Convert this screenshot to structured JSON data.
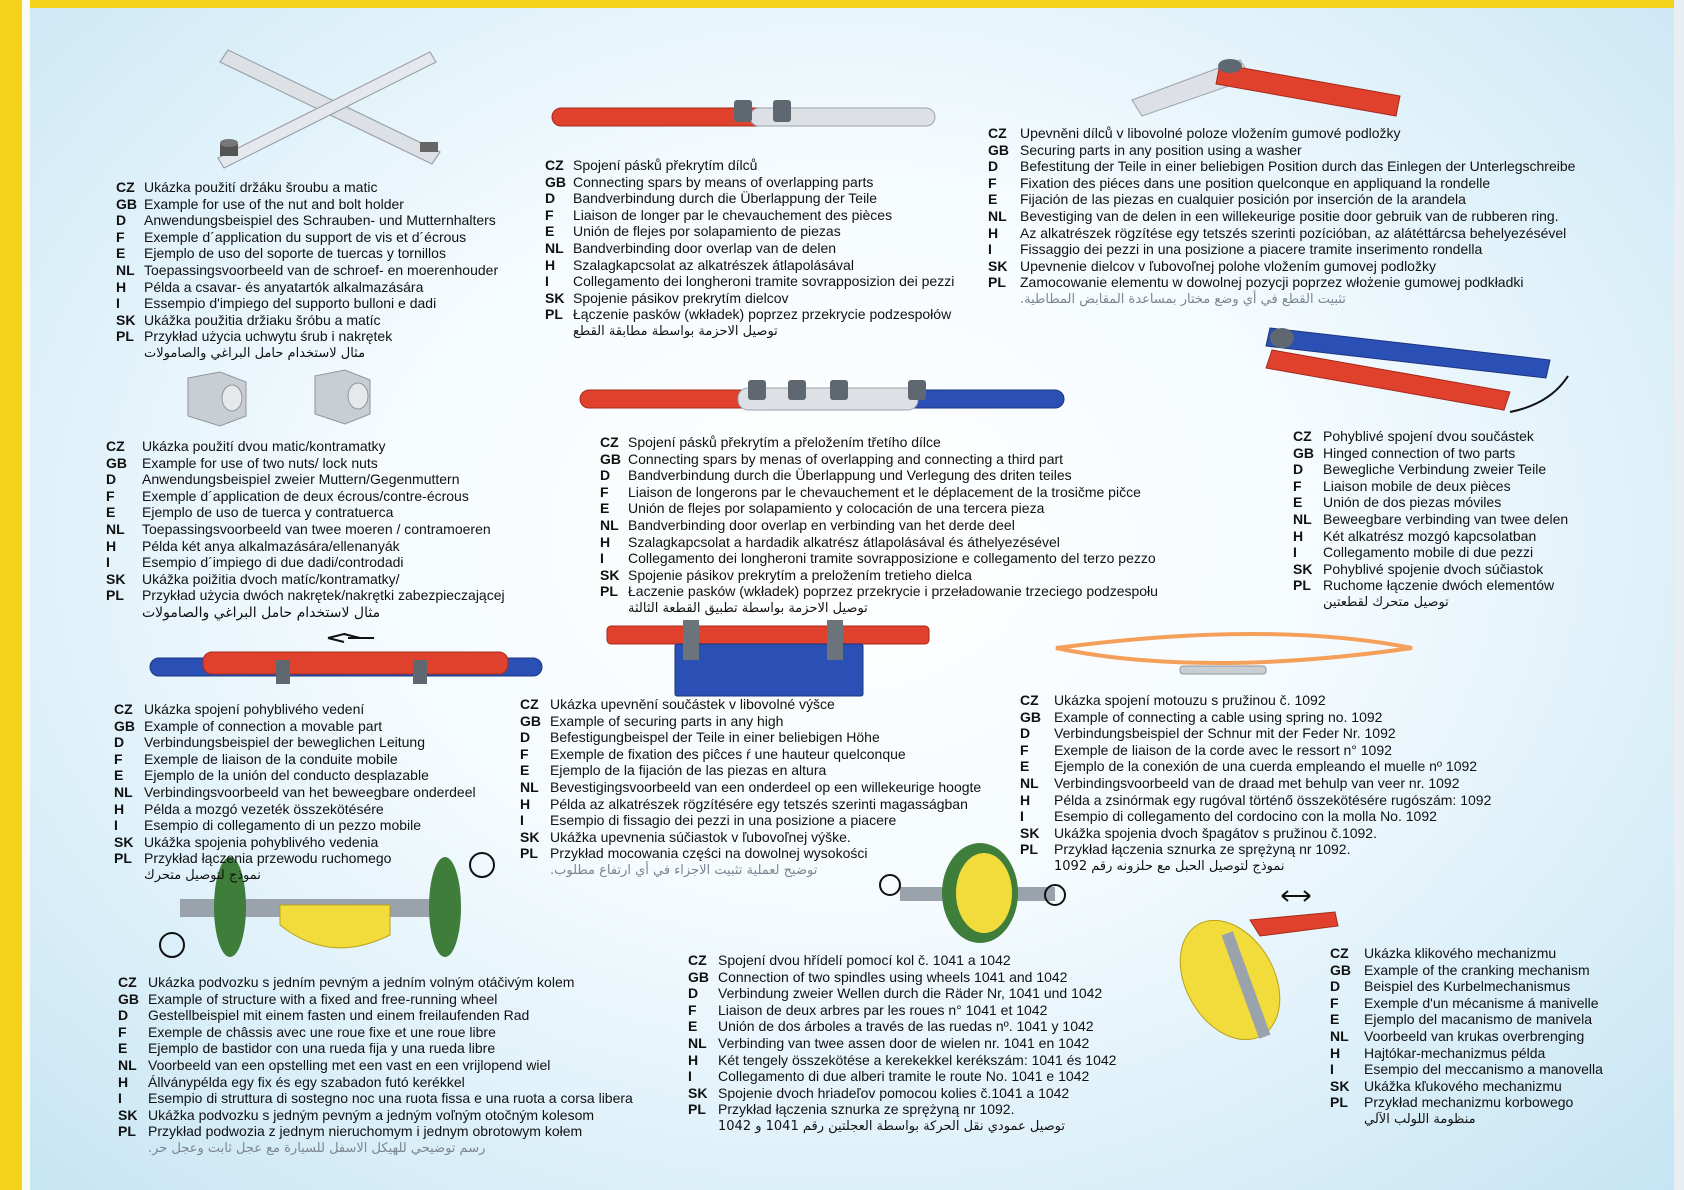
{
  "colors": {
    "frame_yellow": "#f2d21a",
    "spar_red": "#e0412c",
    "spar_blue": "#2a4fb5",
    "spar_grey": "#d9dde2",
    "wheel_green": "#3f7d3a",
    "wheel_yellow": "#f1dc3c",
    "cable_orange": "#f5a05a"
  },
  "sections": {
    "holder": {
      "rows": [
        {
          "code": "CZ",
          "text": "Ukázka použití držáku šroubu a matic"
        },
        {
          "code": "GB",
          "text": "Example for use of the nut and bolt holder"
        },
        {
          "code": "D",
          "text": "Anwendungsbeispiel des Schrauben- und Mutternhalters"
        },
        {
          "code": "F",
          "text": "Exemple d´application du support de vis et d´écrous"
        },
        {
          "code": "E",
          "text": "Ejemplo de uso del soporte de tuercas y tornillos"
        },
        {
          "code": "NL",
          "text": "Toepassingsvoorbeeld van de schroef- en moerenhouder"
        },
        {
          "code": "H",
          "text": "Példa a csavar- és anyatartók alkalmazására"
        },
        {
          "code": "I",
          "text": "Essempio d'impiego del supporto bulloni e dadi"
        },
        {
          "code": "SK",
          "text": "Ukážka použitia držiaku šróbu a matíc"
        },
        {
          "code": "PL",
          "text": "Przykład użycia uchwytu śrub i nakrętek"
        }
      ],
      "arabic": "مثال لاستخدام حامل البراغي والصامولات"
    },
    "overlap": {
      "rows": [
        {
          "code": "CZ",
          "text": "Spojení pásků překrytím dílců"
        },
        {
          "code": "GB",
          "text": "Connecting spars by means of overlapping parts"
        },
        {
          "code": "D",
          "text": "Bandverbindung durch die Überlappung der Teile"
        },
        {
          "code": "F",
          "text": "Liaison de longer par le chevauchement des pièces"
        },
        {
          "code": "E",
          "text": "Unión de flejes por solapamiento de piezas"
        },
        {
          "code": "NL",
          "text": "Bandverbinding door overlap van de delen"
        },
        {
          "code": "H",
          "text": "Szalagkapcsolat az alkatrészek átlapolásával"
        },
        {
          "code": "I",
          "text": "Collegamento dei longheroni tramite sovrapposizion dei pezzi"
        },
        {
          "code": "SK",
          "text": "Spojenie pásikov prekrytím dielcov"
        },
        {
          "code": "PL",
          "text": "Łączenie pasków (wkładek) poprzez przekrycie podzespołów"
        }
      ],
      "arabic": "توصيل الاحزمة بواسطة مطابقة القطع"
    },
    "washer": {
      "rows": [
        {
          "code": "CZ",
          "text": "Upevněni dílců v libovolné poloze vložením gumové podložky"
        },
        {
          "code": "GB",
          "text": "Securing parts in any position using a washer"
        },
        {
          "code": "D",
          "text": "Befestitung der Teile in einer beliebigen Position durch das Einlegen der Unterlegschreibe"
        },
        {
          "code": "F",
          "text": "Fixation des piéces dans une position quelconque en appliquand la rondelle"
        },
        {
          "code": "E",
          "text": "Fijación de las piezas en cualquier posición por inserción de la arandela"
        },
        {
          "code": "NL",
          "text": "Bevestiging van de delen in een willekeurige positie door gebruik van de rubberen ring."
        },
        {
          "code": "H",
          "text": "Az alkatrészek rögzítése egy tetszés szerinti pozícióban, az alátéttárcsa behelyezésével"
        },
        {
          "code": "I",
          "text": "Fissaggio dei pezzi in una posizione a piacere tramite inserimento rondella"
        },
        {
          "code": "SK",
          "text": "Upevnenie dielcov v ľubovoľnej polohe vložením gumovej podložky"
        },
        {
          "code": "PL",
          "text": "Zamocowanie elementu w dowolnej pozycji poprzez włożenie gumowej podkładki"
        }
      ],
      "arabic": "تثبيت القطع في أي وضع مختار بمساعدة المقابض المطاطية."
    },
    "locknuts": {
      "rows": [
        {
          "code": "CZ",
          "text": "Ukázka použití dvou matic/kontramatky"
        },
        {
          "code": "GB",
          "text": "Example for use of two nuts/ lock nuts"
        },
        {
          "code": "D",
          "text": "Anwendungsbeispiel zweier Muttern/Gegenmuttern"
        },
        {
          "code": "F",
          "text": "Exemple d´application de deux écrous/contre-écrous"
        },
        {
          "code": "E",
          "text": "Ejemplo de uso de tuerca y contratuerca"
        },
        {
          "code": "NL",
          "text": "Toepassingsvoorbeeld van twee moeren / contramoeren"
        },
        {
          "code": "H",
          "text": "Példa két anya alkalmazására/ellenanyák"
        },
        {
          "code": "I",
          "text": "Esempio d´impiego di due dadi/controdadi"
        },
        {
          "code": "SK",
          "text": "Ukážka poižitia dvoch matíc/kontramatky/"
        },
        {
          "code": "PL",
          "text": "Przykład użycia dwóch nakrętek/nakrętki zabezpieczającej"
        }
      ],
      "arabic": "مثال لاستخدام حامل البراغي والصامولات"
    },
    "third": {
      "rows": [
        {
          "code": "CZ",
          "text": "Spojení pásků překrytím a přeložením třetího dílce"
        },
        {
          "code": "GB",
          "text": "Connecting spars by menas of overlapping and connecting a third part"
        },
        {
          "code": "D",
          "text": "Bandverbindung durch die Überlappung und Verlegung des driten teiles"
        },
        {
          "code": "F",
          "text": "Liaison de longerons par le chevauchement et  le déplacement de la trosičme pičce"
        },
        {
          "code": "E",
          "text": "Unión de flejes por solapamiento y colocación de una tercera pieza"
        },
        {
          "code": "NL",
          "text": "Bandverbinding door overlap en verbinding van het derde deel"
        },
        {
          "code": "H",
          "text": "Szalagkapcsolat a hardadik alkatrész átlapolásával és áthelyezésével"
        },
        {
          "code": "I",
          "text": "Collegamento dei longheroni tramite sovrapposizione e collegamento del terzo pezzo"
        },
        {
          "code": "SK",
          "text": "Spojenie pásikov prekrytím a preložením tretieho dielca"
        },
        {
          "code": "PL",
          "text": "Łaczenie pasków (wkładek) poprzez przekrycie i przeładowanie trzeciego podzespołu"
        }
      ],
      "arabic": "توصيل الاحزمة بواسطة تطبيق القطعة الثالثة"
    },
    "hinged": {
      "rows": [
        {
          "code": "CZ",
          "text": "Pohyblivé spojení dvou součástek"
        },
        {
          "code": "GB",
          "text": "Hinged connection of two parts"
        },
        {
          "code": "D",
          "text": "Bewegliche Verbindung zweier Teile"
        },
        {
          "code": "F",
          "text": "Liaison mobile de deux pièces"
        },
        {
          "code": "E",
          "text": "Unión de dos piezas móviles"
        },
        {
          "code": "NL",
          "text": "Beweegbare verbinding van twee delen"
        },
        {
          "code": "H",
          "text": "Két alkatrész mozgó kapcsolatban"
        },
        {
          "code": "I",
          "text": "Collegamento mobile di due pezzi"
        },
        {
          "code": "SK",
          "text": "Pohyblivé spojenie dvoch súčiastok"
        },
        {
          "code": "PL",
          "text": "Ruchome łączenie dwóch elementów"
        }
      ],
      "arabic": "توصيل متحرك لقطعتين"
    },
    "movable": {
      "rows": [
        {
          "code": "CZ",
          "text": "Ukázka spojení pohyblivého vedení"
        },
        {
          "code": "GB",
          "text": "Example of connection a movable part"
        },
        {
          "code": "D",
          "text": "Verbindungsbeispiel der beweglichen Leitung"
        },
        {
          "code": "F",
          "text": "Exemple de liaison de la conduite mobile"
        },
        {
          "code": "E",
          "text": "Ejemplo de la unión del conducto desplazable"
        },
        {
          "code": "NL",
          "text": "Verbindingsvoorbeeld van het beweegbare onderdeel"
        },
        {
          "code": "H",
          "text": "Példa a mozgó vezeték összekötésére"
        },
        {
          "code": "I",
          "text": "Esempio di collegamento di un pezzo mobile"
        },
        {
          "code": "SK",
          "text": "Ukážka spojenia pohyblivého vedenia"
        },
        {
          "code": "PL",
          "text": "Przykład łączenia przewodu ruchomego"
        }
      ],
      "arabic": "نموذج لتوصيل متحرك"
    },
    "height": {
      "rows": [
        {
          "code": "CZ",
          "text": "Ukázka upevnění součástek v libovolné výšce"
        },
        {
          "code": "GB",
          "text": "Example of securing parts in any high"
        },
        {
          "code": "D",
          "text": "Befestigungbeispel der Teile in einer beliebigen Höhe"
        },
        {
          "code": "F",
          "text": "Exemple de fixation des piĉces ŕ une hauteur quelconque"
        },
        {
          "code": "E",
          "text": "Ejemplo de la fijación de las piezas en altura"
        },
        {
          "code": "NL",
          "text": "Bevestigingsvoorbeeld van een onderdeel op een willekeurige hoogte"
        },
        {
          "code": "H",
          "text": "Példa az alkatrészek rögzítésére egy tetszés szerinti magasságban"
        },
        {
          "code": "I",
          "text": "Esempio di fissagio dei pezzi in una posizione a piacere"
        },
        {
          "code": "SK",
          "text": "Ukážka upevnenia súčiastok v ľubovoľnej výške."
        },
        {
          "code": "PL",
          "text": "Przykład mocowania części na dowolnej wysokości"
        }
      ],
      "arabic": "توضيح لعملية تثبيت الاجزاء في أي ارتفاع مطلوب."
    },
    "spring": {
      "rows": [
        {
          "code": "CZ",
          "text": "Ukázka spojení motouzu s pružinou č. 1092"
        },
        {
          "code": "GB",
          "text": "Example of connecting a cable using spring no. 1092"
        },
        {
          "code": "D",
          "text": "Verbindungsbeispiel der Schnur mit der Feder Nr. 1092"
        },
        {
          "code": "F",
          "text": "Exemple de liaison de la corde avec le ressort n° 1092"
        },
        {
          "code": "E",
          "text": "Ejemplo de la conexión de una cuerda empleando el muelle nº 1092"
        },
        {
          "code": "NL",
          "text": "Verbindingsvoorbeeld van de draad met behulp van veer nr. 1092"
        },
        {
          "code": "H",
          "text": "Példa a zsinórmak egy rugóval történő összekötésére  rugószám: 1092"
        },
        {
          "code": "I",
          "text": "Esempio di collegamento del cordocino con la molla No. 1092"
        },
        {
          "code": "SK",
          "text": "Ukážka spojenia dvoch špagátov s pružinou č.1092."
        },
        {
          "code": "PL",
          "text": "Przykład łączenia sznurka ze sprężyną nr 1092."
        }
      ],
      "arabic": "نموذج لتوصيل الحبل مع حلزونه رقم 1092"
    },
    "chassis": {
      "rows": [
        {
          "code": "CZ",
          "text": "Ukázka podvozku s jedním pevným a jedním volným otáčivým kolem"
        },
        {
          "code": "GB",
          "text": "Example of structure with a fixed and free-running wheel"
        },
        {
          "code": "D",
          "text": "Gestellbeispiel mit einem fasten und einem freilaufenden Rad"
        },
        {
          "code": "F",
          "text": "Exemple de châssis avec une roue fixe et une roue libre"
        },
        {
          "code": "E",
          "text": "Ejemplo de bastidor con una rueda fija y una rueda libre"
        },
        {
          "code": "NL",
          "text": "Voorbeeld van een opstelling met een vast en een vrijlopend wiel"
        },
        {
          "code": "H",
          "text": "Állványpélda egy fix és egy szabadon futó kerékkel"
        },
        {
          "code": "I",
          "text": "Esempio di struttura di sostegno noc una ruota fissa e una ruota a corsa libera"
        },
        {
          "code": "SK",
          "text": "Ukážka podvozku s jedným pevným a jedným voľným otočným kolesom"
        },
        {
          "code": "PL",
          "text": "Przykład podwozia z jednym nieruchomym i jednym obrotowym kołem"
        }
      ],
      "arabic": "رسم توضيحي للهيكل الاسفل للسيارة مع عجل ثابت وعجل حر."
    },
    "spindles": {
      "rows": [
        {
          "code": "CZ",
          "text": "Spojení dvou hřídelí pomocí kol č. 1041 a 1042"
        },
        {
          "code": "GB",
          "text": "Connection of two spindles using wheels 1041 and 1042"
        },
        {
          "code": "D",
          "text": "Verbindung zweier Wellen durch die Räder Nr, 1041 und 1042"
        },
        {
          "code": "F",
          "text": "Liaison de deux arbres par les roues n° 1041 et 1042"
        },
        {
          "code": "E",
          "text": "Unión de dos árboles a través de las ruedas nº. 1041 y 1042"
        },
        {
          "code": "NL",
          "text": "Verbinding van twee assen door de wielen nr. 1041 en 1042"
        },
        {
          "code": "H",
          "text": "Két tengely összekötése a kerekekkel  kerékszám: 1041 és 1042"
        },
        {
          "code": "I",
          "text": "Collegamento di due alberi tramite le route No. 1041 e 1042"
        },
        {
          "code": "SK",
          "text": "Spojenie dvoch hriadeľov pomocou kolies č.1041 a 1042"
        },
        {
          "code": "PL",
          "text": "Przykład łączenia sznurka ze sprężyną nr 1092."
        }
      ],
      "arabic": "توصيل عمودي نقل الحركة بواسطة العجلتين رقم 1041 و 1042"
    },
    "crank": {
      "rows": [
        {
          "code": "CZ",
          "text": "Ukázka klikového mechanizmu"
        },
        {
          "code": "GB",
          "text": "Example of the cranking mechanism"
        },
        {
          "code": "D",
          "text": "Beispiel des Kurbelmechanismus"
        },
        {
          "code": "F",
          "text": "Exemple d'un mécanisme á manivelle"
        },
        {
          "code": "E",
          "text": "Ejemplo del macanismo de manivela"
        },
        {
          "code": "NL",
          "text": "Voorbeeld van krukas overbrenging"
        },
        {
          "code": "H",
          "text": "Hajtókar-mechanizmus példa"
        },
        {
          "code": "I",
          "text": "Esempio del meccanismo a manovella"
        },
        {
          "code": "SK",
          "text": "Ukážka kľukového mechanizmu"
        },
        {
          "code": "PL",
          "text": "Przykład mechanizmu korbowego"
        }
      ],
      "arabic": "منظومة اللولب الآلي"
    }
  }
}
